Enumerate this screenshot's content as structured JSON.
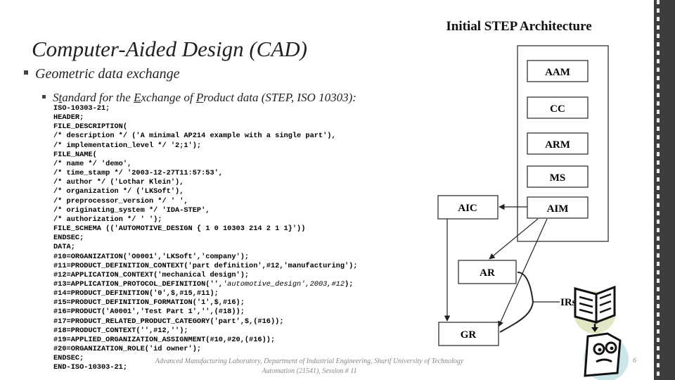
{
  "slide": {
    "title": "Computer-Aided Design (CAD)",
    "bullet1": "Geometric data exchange",
    "bullet2": {
      "p1": "S",
      "u1": "t",
      "p2": "andard for the ",
      "u2": "E",
      "p3": "xchange of ",
      "u3": "P",
      "p4": "roduct data (STEP, ISO 10303):"
    },
    "code_lines": [
      "ISO-10303-21;",
      "HEADER;",
      "FILE_DESCRIPTION(",
      "/* description */ ('A minimal AP214 example with a single part'),",
      "/* implementation_level */ '2;1');",
      "FILE_NAME(",
      "/* name */ 'demo',",
      "/* time_stamp */ '2003-12-27T11:57:53',",
      "/* author */ ('Lothar Klein'),",
      "/* organization */ ('LKSoft'),",
      "/* preprocessor_version */ ' ',",
      "/* originating_system */ 'IDA-STEP',",
      "/* authorization */ ' ');",
      "FILE_SCHEMA (('AUTOMOTIVE_DESIGN { 1 0 10303 214 2 1 1}'))",
      "ENDSEC;",
      "DATA;",
      "#10=ORGANIZATION('O0001','LKSoft','company');",
      "#11=PRODUCT_DEFINITION_CONTEXT('part definition',#12,'manufacturing');",
      "#12=APPLICATION_CONTEXT('mechanical design');",
      "#13=APPLICATION_PROTOCOL_DEFINITION('','automotive_design',2003,#12);",
      "#14=PRODUCT_DEFINITION('0',$,#15,#11);",
      "#15=PRODUCT_DEFINITION_FORMATION('1',$,#16);",
      "#16=PRODUCT('A0001','Test Part 1','',(#18));",
      "#17=PRODUCT_RELATED_PRODUCT_CATEGORY('part',$,(#16));",
      "#18=PRODUCT_CONTEXT('',#12,'');",
      "#19=APPLIED_ORGANIZATION_ASSIGNMENT(#10,#20,(#16));",
      "#20=ORGANIZATION_ROLE('id owner');",
      "ENDSEC;",
      "END-ISO-10303-21;"
    ],
    "footer_line1": "Advanced Manufacturing Laboratory, Department of Industrial Engineering, Sharif University of Technology",
    "footer_line2": "Automation (21541), Session # 11",
    "page_number": "6"
  },
  "architecture": {
    "title": "Initial STEP Architecture",
    "stack_boxes": [
      "AAM",
      "CC",
      "ARM",
      "MS",
      "AIM"
    ],
    "aic_label": "AIC",
    "ar_label": "AR",
    "gr_label": "GR",
    "irs_label": "IRs"
  },
  "icons": [
    "open-book-icon",
    "thinking-face-icon"
  ]
}
